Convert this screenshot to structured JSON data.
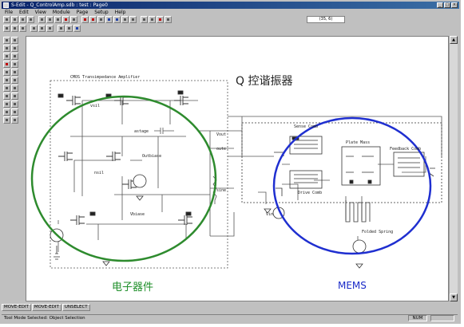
{
  "window": {
    "title": "S-Edit - Q_ControlAmp.sdb : test : Page0"
  },
  "menu": {
    "items": [
      "File",
      "Edit",
      "View",
      "Module",
      "Page",
      "Setup",
      "Help"
    ]
  },
  "toolbar": {
    "zoom_combo": "(35, 6)"
  },
  "diagram": {
    "main_title": "Q 控谐振器",
    "cmos_block_label": "CMOS Transimpedance Amplifier",
    "electronics_label": "电子器件",
    "mems_label": "MEMS",
    "net_labels": {
      "vsil": "vsil",
      "astage": "astage",
      "outbias": "Outbiase",
      "nsil": "nsil",
      "vbias": "Vbiase",
      "vout": "Vout",
      "oute": "oute",
      "sine": "sine",
      "vin": "Vin"
    },
    "mems_labels": {
      "sense_comb": "Sense Comb",
      "plate_mass": "Plate Mass",
      "feedback_comb": "Feedback Comb",
      "drive_comb": "Drive Comb",
      "folded_spring": "Folded Spring"
    },
    "colors": {
      "green_circle": "#2e8b2e",
      "blue_circle": "#1f2fd0",
      "green_text": "#1f8f2a",
      "blue_text": "#1a2ac8",
      "wire": "#555555"
    }
  },
  "tabs": [
    "MOVE-EDIT",
    "MOVE-EDIT",
    "UNSELECT"
  ],
  "status": {
    "text": "Tool Mode Selected: Object Selection",
    "num": "NUM"
  }
}
